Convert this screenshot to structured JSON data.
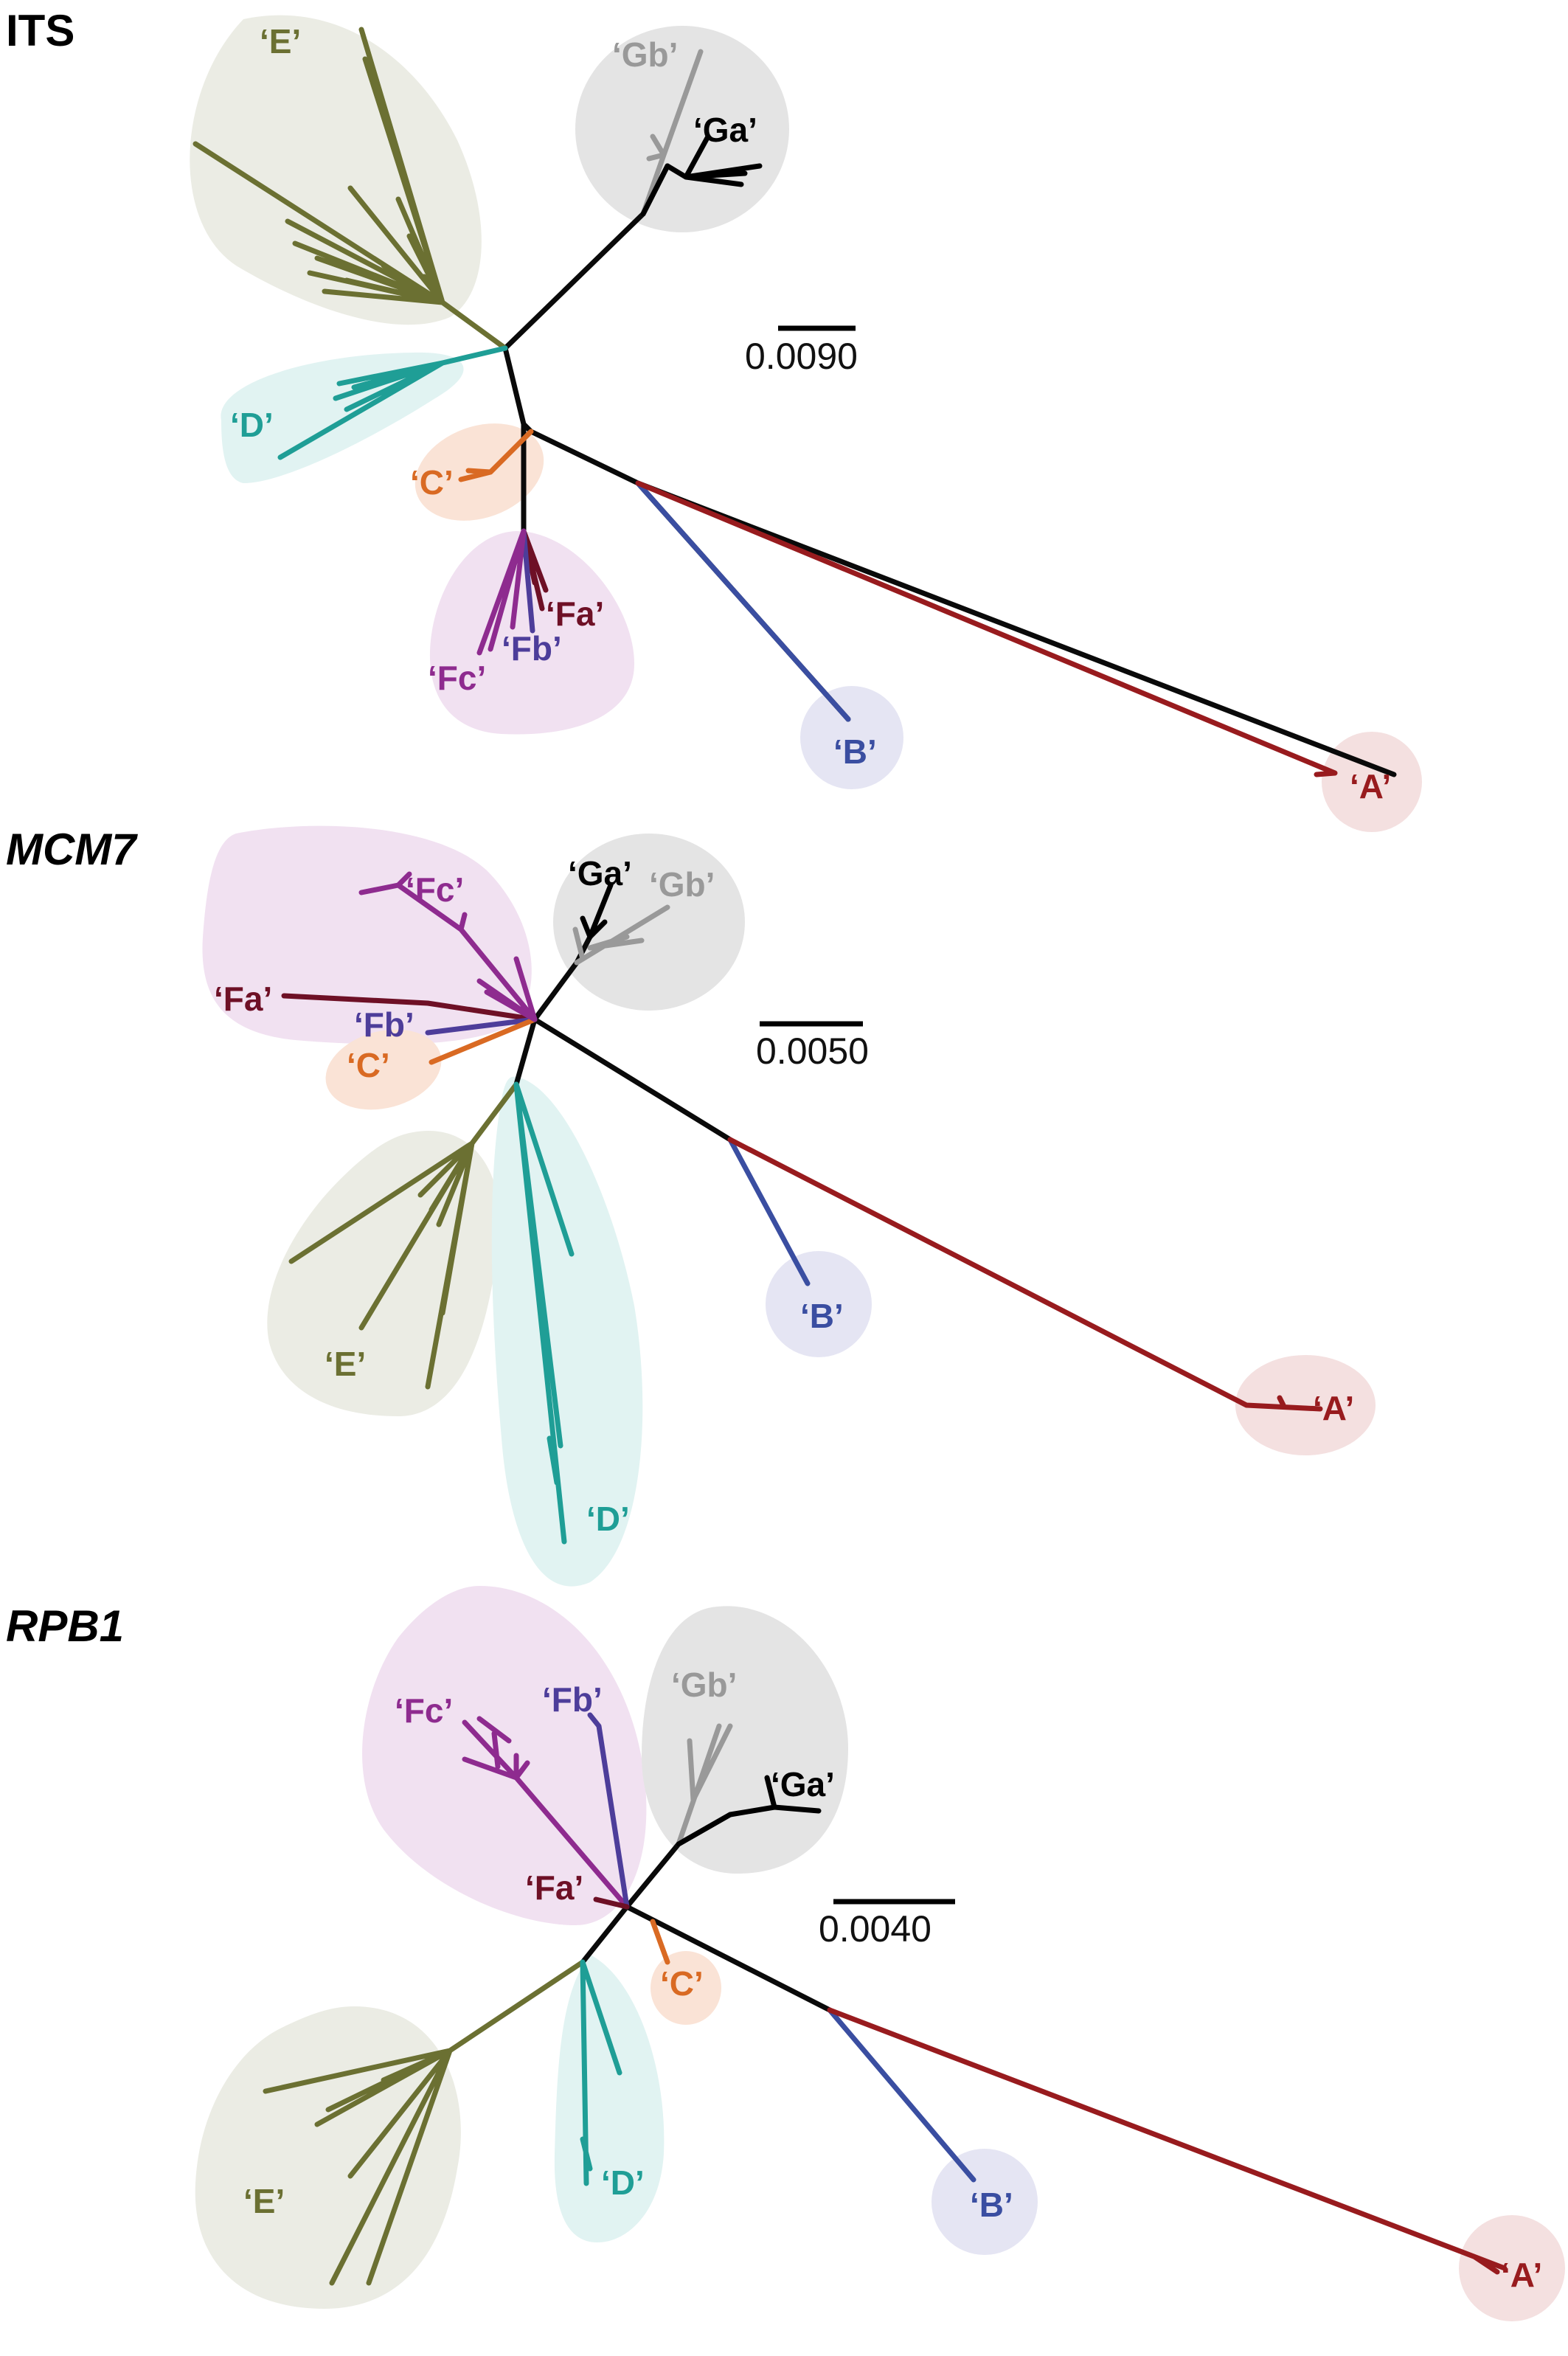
{
  "colors": {
    "black": "#0a0a0a",
    "A": "#981b1e",
    "B": "#3a4ea1",
    "C": "#d96a23",
    "D": "#1f9e96",
    "E": "#6b7032",
    "Fa": "#6e1026",
    "Fb": "#4d3d9a",
    "Fc": "#8e2b8f",
    "Ga": "#000000",
    "Gb": "#999999",
    "bg_A": "#f4e0e0",
    "bg_B": "#e5e5f3",
    "bg_C": "#fae3d6",
    "bg_D": "#e1f3f2",
    "bg_E": "#ebece4",
    "bg_F": "#f1e1f1",
    "bg_G": "#e4e4e4"
  },
  "panels": [
    {
      "title": "ITS",
      "scale_bar": "0.0090",
      "labels": {
        "A": "‘A’",
        "B": "‘B’",
        "C": "‘C’",
        "D": "‘D’",
        "E": "‘E’",
        "Fa": "‘Fa’",
        "Fb": "‘Fb’",
        "Fc": "‘Fc’",
        "Ga": "‘Ga’",
        "Gb": "‘Gb’"
      }
    },
    {
      "title": "MCM7",
      "scale_bar": "0.0050",
      "labels": {
        "A": "‘A’",
        "B": "‘B’",
        "C": "‘C’",
        "D": "‘D’",
        "E": "‘E’",
        "Fa": "‘Fa’",
        "Fb": "‘Fb’",
        "Fc": "‘Fc’",
        "Ga": "‘Ga’",
        "Gb": "‘Gb’"
      }
    },
    {
      "title": "RPB1",
      "scale_bar": "0.0040",
      "labels": {
        "A": "‘A’",
        "B": "‘B’",
        "C": "‘C’",
        "D": "‘D’",
        "E": "‘E’",
        "Fa": "‘Fa’",
        "Fb": "‘Fb’",
        "Fc": "‘Fc’",
        "Ga": "‘Ga’",
        "Gb": "‘Gb’"
      }
    }
  ]
}
